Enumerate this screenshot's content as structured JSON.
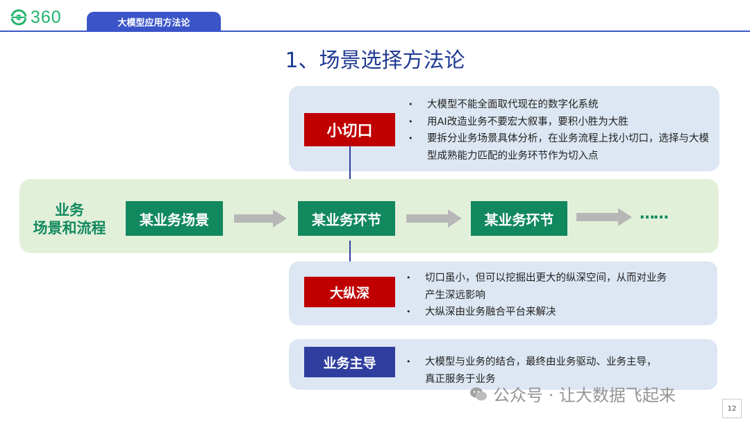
{
  "header": {
    "logo_text": "360",
    "tab_label": "大模型应用方法论"
  },
  "title": "1、场景选择方法论",
  "top_panel": {
    "label": "小切口",
    "bullets": [
      "大模型不能全面取代现在的数字化系统",
      "用AI改造业务不要宏大叙事，要积小胜为大胜",
      "要拆分业务场景具体分析，在业务流程上找小切口，选择与大模型成熟能力匹配的业务环节作为切入点"
    ]
  },
  "flow": {
    "label_line1": "业务",
    "label_line2": "场景和流程",
    "steps": [
      "某业务场景",
      "某业务环节",
      "某业务环节"
    ],
    "ellipsis": "……"
  },
  "middle_panel": {
    "label": "大纵深",
    "bullets": [
      "切口虽小，但可以挖掘出更大的纵深空间，从而对业务产生深远影响",
      "大纵深由业务融合平台来解决"
    ]
  },
  "bottom_panel": {
    "label": "业务主导",
    "bullets": [
      "大模型与业务的结合，最终由业务驱动、业务主导，真正服务于业务"
    ]
  },
  "watermark": "公众号 · 让大数据飞起来",
  "page_number": "12",
  "colors": {
    "accent_blue": "#3b55c9",
    "title_navy": "#1f3a93",
    "red": "#c00000",
    "green": "#12885f",
    "navy_box": "#2f3e9e"
  }
}
